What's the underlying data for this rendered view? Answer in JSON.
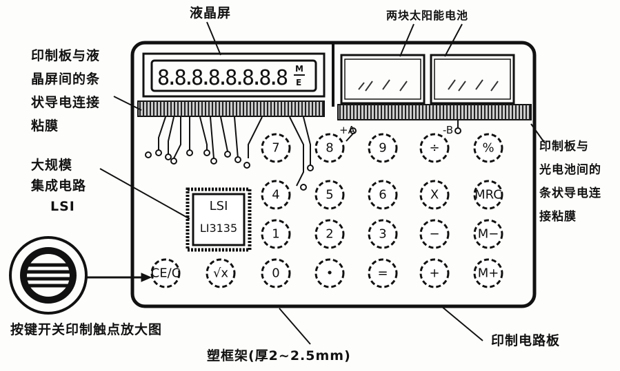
{
  "labels": {
    "lcd": "液晶屏",
    "solar": "两块太阳能电池",
    "lcd_strip": [
      "印制板与液",
      "晶屏间的条",
      "状导电连接",
      "粘膜"
    ],
    "lsi": [
      "大规模",
      "集成电路",
      "LSI"
    ],
    "solar_strip": [
      "印制板与",
      "光电池间的",
      "条状导电连",
      "接粘膜"
    ],
    "contact": "按键开关印制触点放大图",
    "frame": "塑框架(厚2~2.5mm)",
    "pcb": "印制电路板"
  },
  "display": {
    "digits": "8.8.8.8.8.8.8.8",
    "indicator_top": "M",
    "indicator_bottom": "E"
  },
  "chip": {
    "line1": "LSI",
    "line2": "LI3135"
  },
  "terminals": {
    "a": "+A",
    "b": "-B"
  },
  "keys": [
    [
      "7",
      "8",
      "9",
      "÷",
      "%"
    ],
    [
      "4",
      "5",
      "6",
      "X",
      "MRC"
    ],
    [
      "1",
      "2",
      "3",
      "−",
      "M−"
    ],
    [
      "CE/C",
      "√x",
      "0",
      "•",
      "=",
      "+",
      "M+"
    ]
  ]
}
